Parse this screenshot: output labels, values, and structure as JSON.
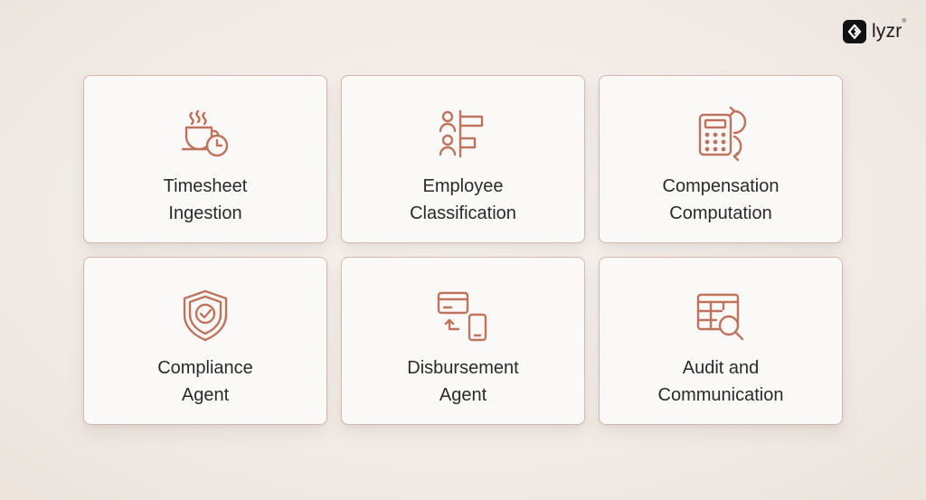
{
  "brand": {
    "name": "lyzr",
    "mark": "®"
  },
  "cards": [
    {
      "line1": "Timesheet",
      "line2": "Ingestion",
      "icon": "coffee-clock-icon"
    },
    {
      "line1": "Employee",
      "line2": "Classification",
      "icon": "people-sorting-icon"
    },
    {
      "line1": "Compensation",
      "line2": "Computation",
      "icon": "calculator-cycle-icon"
    },
    {
      "line1": "Compliance",
      "line2": "Agent",
      "icon": "shield-check-icon"
    },
    {
      "line1": "Disbursement",
      "line2": "Agent",
      "icon": "card-to-phone-icon"
    },
    {
      "line1": "Audit and",
      "line2": "Communication",
      "icon": "table-search-icon"
    }
  ],
  "colors": {
    "accent": "#c0735c",
    "card_border": "#d9b6aa",
    "text": "#2a2a2a"
  }
}
